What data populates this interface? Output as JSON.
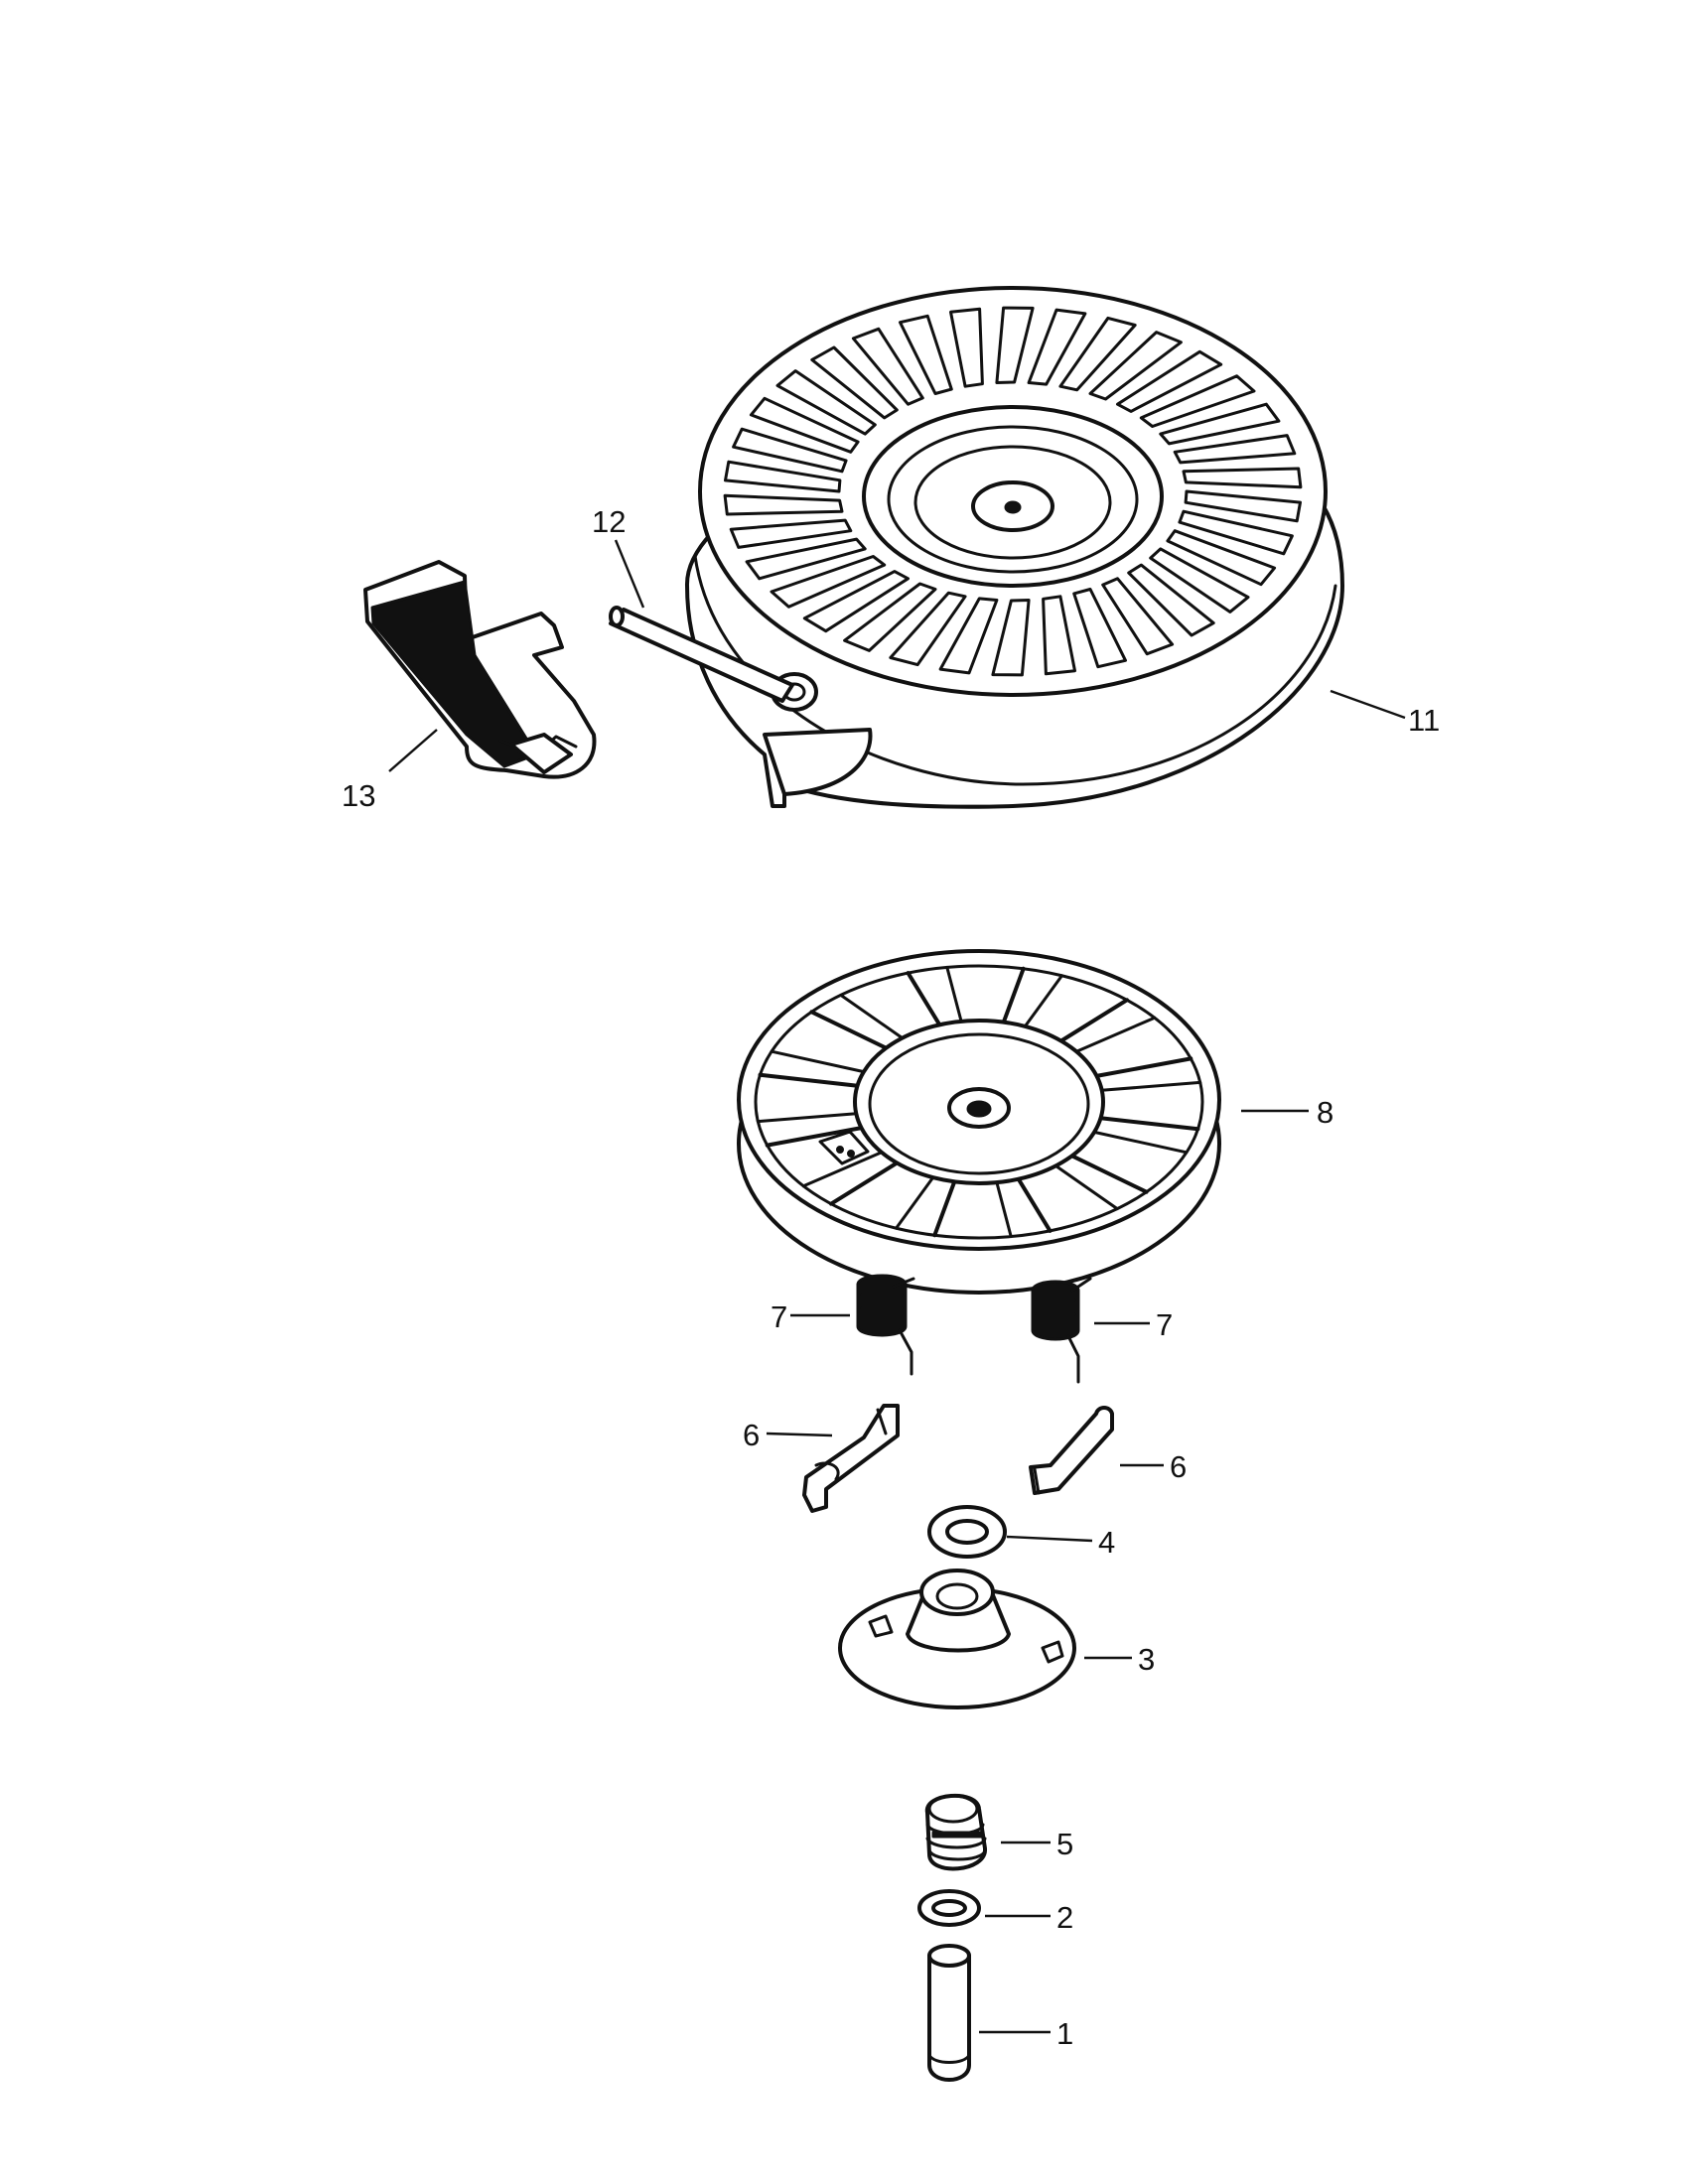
{
  "diagram": {
    "parts": [
      {
        "id": "p1",
        "number": "1"
      },
      {
        "id": "p2",
        "number": "2"
      },
      {
        "id": "p3",
        "number": "3"
      },
      {
        "id": "p4",
        "number": "4"
      },
      {
        "id": "p5",
        "number": "5"
      },
      {
        "id": "p6a",
        "number": "6"
      },
      {
        "id": "p6b",
        "number": "6"
      },
      {
        "id": "p7a",
        "number": "7"
      },
      {
        "id": "p7b",
        "number": "7"
      },
      {
        "id": "p8",
        "number": "8"
      },
      {
        "id": "p11",
        "number": "11"
      },
      {
        "id": "p12",
        "number": "12"
      },
      {
        "id": "p13",
        "number": "13"
      }
    ],
    "colors": {
      "ink": "#111111",
      "paper": "#ffffff"
    }
  }
}
